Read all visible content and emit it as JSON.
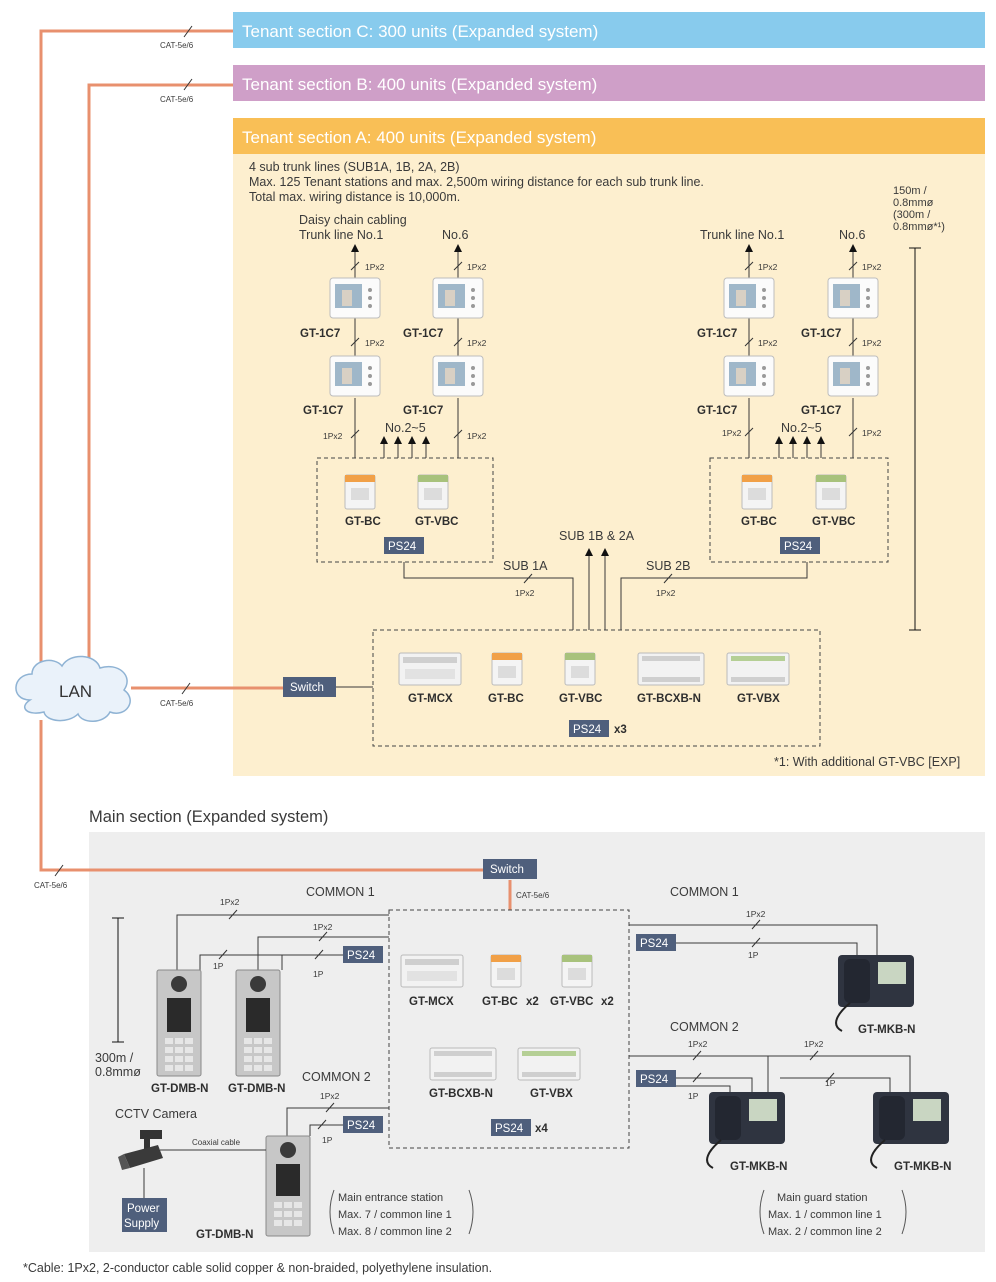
{
  "colors": {
    "section_c": "#88cbed",
    "section_b": "#cf9fc8",
    "section_a_header": "#f9bf56",
    "section_a_bg": "#fdefcf",
    "main_bg": "#eeeeee",
    "lan_cable": "#e8906e",
    "label_box": "#4f5f7c"
  },
  "sections": {
    "c": "Tenant section C: 300 units (Expanded system)",
    "b": "Tenant section B: 400 units (Expanded system)",
    "a": "Tenant section A: 400 units (Expanded system)",
    "main": "Main section (Expanded system)"
  },
  "cables": {
    "cat": "CAT-5e/6",
    "onepx2": "1Px2",
    "onep": "1P",
    "coaxial": "Coaxial cable"
  },
  "lan": "LAN",
  "switch_label": "Switch",
  "ps24": "PS24",
  "tenant": {
    "notes": [
      "4 sub trunk lines (SUB1A, 1B, 2A, 2B)",
      "Max. 125 Tenant stations and max. 2,500m wiring distance for each sub trunk line.",
      "Total max. wiring distance is 10,000m."
    ],
    "daisy_chain": "Daisy chain cabling",
    "trunk_no1": "Trunk line  No.1",
    "no6": "No.6",
    "no25": "No.2~5",
    "gt1c7": "GT-1C7",
    "gtbc": "GT-BC",
    "gtvbc": "GT-VBC",
    "sub1a": "SUB 1A",
    "sub2b": "SUB 2B",
    "sub1b2a": "SUB 1B & 2A",
    "dist": [
      "150m /",
      "0.8mmø",
      "(300m /",
      " 0.8mmø*¹)"
    ],
    "central": [
      "GT-MCX",
      "GT-BC",
      "GT-VBC",
      "GT-BCXB-N",
      "GT-VBX"
    ],
    "ps24_qty": "x3",
    "footnote1": "*1: With additional GT-VBC [EXP]"
  },
  "main": {
    "common1": "COMMON 1",
    "common2": "COMMON 2",
    "dist": [
      "300m /",
      "0.8mmø"
    ],
    "gtdmbn": "GT-DMB-N",
    "gtmkbn": "GT-MKB-N",
    "cctv": "CCTV Camera",
    "power": [
      "Power",
      "Supply"
    ],
    "central_row1": [
      "GT-MCX",
      "GT-BC",
      "GT-VBC"
    ],
    "qty_x2": "x2",
    "central_row2": [
      "GT-BCXB-N",
      "GT-VBX"
    ],
    "ps24_qty": "x4",
    "entrance_note": [
      "Main entrance station",
      "Max. 7 / common line 1",
      "Max. 8 / common line 2"
    ],
    "guard_note": [
      "Main guard station",
      "Max. 1 / common line 1",
      "Max. 2 / common line 2"
    ]
  },
  "footnote": "*Cable: 1Px2, 2-conductor cable solid copper & non-braided, polyethylene insulation."
}
